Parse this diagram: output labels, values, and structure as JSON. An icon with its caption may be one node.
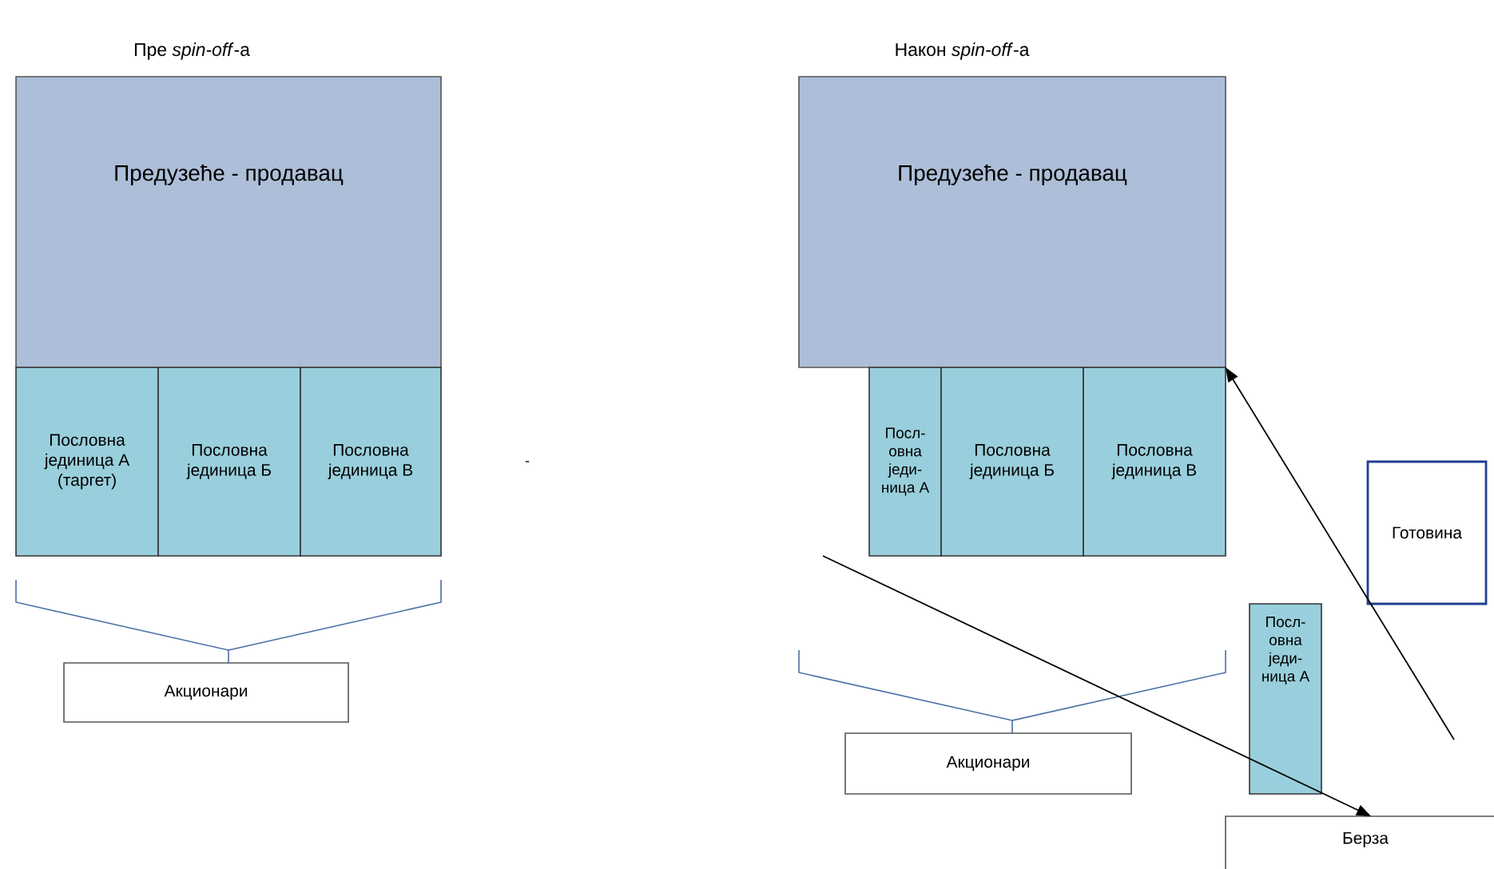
{
  "diagram": {
    "nodes": [
      {
        "text": [
          "Предузеће - продавац"
        ]
      },
      {
        "text": [
          "Пословна јединица А (таргет)"
        ]
      },
      {
        "text": [
          "Пословна јединица Б"
        ]
      },
      {
        "text": [
          "Пословна јединица В"
        ]
      },
      {
        "text": [
          "Акционари"
        ]
      },
      {
        "text": [
          "Предузеће - продавац"
        ]
      },
      {
        "text": [
          "Посл-овна једи-ница А"
        ]
      },
      {
        "text": [
          "Пословна јединица Б"
        ]
      },
      {
        "text": [
          "Пословна јединица В"
        ]
      },
      {
        "text": [
          "Готовина"
        ]
      },
      {
        "text": [
          "Посл-овна једи-ница А"
        ]
      },
      {
        "text": [
          "Акционари"
        ]
      },
      {
        "text": [
          "Берза"
        ]
      }
    ],
    "edges": [
      {
        "from": null,
        "to": 12,
        "arrow": "to"
      },
      {
        "from": null,
        "to": 5,
        "arrow": "to"
      }
    ],
    "labels": [
      "Пре *spin-off*-а",
      "Након *spin-off*-а",
      "-"
    ]
  }
}
